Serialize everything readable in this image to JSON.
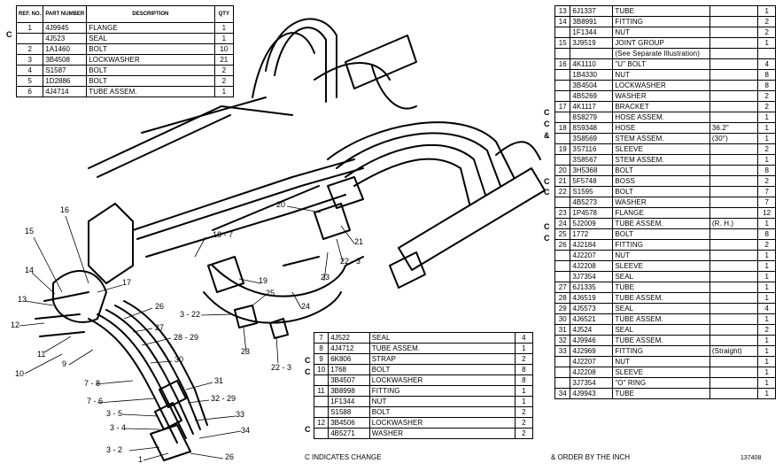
{
  "table1": {
    "headers": {
      "ref": "REF. NO.",
      "part": "PART NUMBER",
      "desc": "DESCRIPTION",
      "qty": "QTY"
    },
    "rows": [
      {
        "mark": "C",
        "ref": "1",
        "part": "4J9945",
        "desc": "FLANGE",
        "qty": "1"
      },
      {
        "mark": "",
        "ref": "",
        "part": "4J523",
        "desc": "SEAL",
        "qty": "1"
      },
      {
        "mark": "",
        "ref": "2",
        "part": "1A1460",
        "desc": "BOLT",
        "qty": "10"
      },
      {
        "mark": "",
        "ref": "3",
        "part": "3B4508",
        "desc": "LOCKWASHER",
        "qty": "21"
      },
      {
        "mark": "",
        "ref": "4",
        "part": "S1587",
        "desc": "BOLT",
        "qty": "2"
      },
      {
        "mark": "",
        "ref": "5",
        "part": "1D2886",
        "desc": "BOLT",
        "qty": "2"
      },
      {
        "mark": "",
        "ref": "6",
        "part": "4J4714",
        "desc": "TUBE ASSEM.",
        "qty": "1"
      }
    ]
  },
  "table2": {
    "rows": [
      {
        "mark": "",
        "ref": "7",
        "part": "4J522",
        "desc": "SEAL",
        "qty": "4"
      },
      {
        "mark": "",
        "ref": "8",
        "part": "4J4712",
        "desc": "TUBE ASSEM.",
        "qty": "1"
      },
      {
        "mark": "C",
        "ref": "9",
        "part": "6K806",
        "desc": "STRAP",
        "qty": "2"
      },
      {
        "mark": "C",
        "ref": "10",
        "part": "1768",
        "desc": "BOLT",
        "qty": "8"
      },
      {
        "mark": "",
        "ref": "",
        "part": "3B4507",
        "desc": "LOCKWASHER",
        "qty": "8"
      },
      {
        "mark": "",
        "ref": "11",
        "part": "3B8998",
        "desc": "FITTING",
        "qty": "1"
      },
      {
        "mark": "",
        "ref": "",
        "part": "1F1344",
        "desc": "   NUT",
        "qty": "1"
      },
      {
        "mark": "",
        "ref": "",
        "part": "S1588",
        "desc": "BOLT",
        "qty": "2"
      },
      {
        "mark": "C",
        "ref": "12",
        "part": "3B4506",
        "desc": "LOCKWASHER",
        "qty": "2"
      },
      {
        "mark": "",
        "ref": "",
        "part": "4B5271",
        "desc": "WASHER",
        "qty": "2"
      }
    ]
  },
  "table3": {
    "rows": [
      {
        "mark": "",
        "ref": "13",
        "part": "6J1337",
        "desc": "TUBE",
        "extra": "",
        "qty": "1"
      },
      {
        "mark": "",
        "ref": "14",
        "part": "3B8991",
        "desc": "FITTING",
        "extra": "",
        "qty": "2"
      },
      {
        "mark": "",
        "ref": "",
        "part": "1F1344",
        "desc": "   NUT",
        "extra": "",
        "qty": "2"
      },
      {
        "mark": "",
        "ref": "15",
        "part": "3J9519",
        "desc": "JOINT GROUP",
        "extra": "",
        "qty": "1"
      },
      {
        "mark": "",
        "ref": "",
        "part": "",
        "desc": "   (See Separate Illustration)",
        "extra": "",
        "qty": ""
      },
      {
        "mark": "",
        "ref": "16",
        "part": "4K1110",
        "desc": "\"U\" BOLT",
        "extra": "",
        "qty": "4"
      },
      {
        "mark": "",
        "ref": "",
        "part": "1B4330",
        "desc": "NUT",
        "extra": "",
        "qty": "8"
      },
      {
        "mark": "",
        "ref": "",
        "part": "3B4504",
        "desc": "LOCKWASHER",
        "extra": "",
        "qty": "8"
      },
      {
        "mark": "",
        "ref": "",
        "part": "4B5269",
        "desc": "WASHER",
        "extra": "",
        "qty": "2"
      },
      {
        "mark": "C",
        "ref": "17",
        "part": "4K1117",
        "desc": "BRACKET",
        "extra": "",
        "qty": "2"
      },
      {
        "mark": "C",
        "ref": "",
        "part": "8S8279",
        "desc": "HOSE ASSEM.",
        "extra": "",
        "qty": "1"
      },
      {
        "mark": "&",
        "ref": "18",
        "part": "8S9348",
        "desc": "   HOSE",
        "extra": "36.2\"",
        "qty": "1"
      },
      {
        "mark": "",
        "ref": "",
        "part": "3S8569",
        "desc": "   STEM ASSEM.",
        "extra": "(30°)",
        "qty": "1"
      },
      {
        "mark": "",
        "ref": "19",
        "part": "3S7116",
        "desc": "   SLEEVE",
        "extra": "",
        "qty": "2"
      },
      {
        "mark": "",
        "ref": "",
        "part": "3S8567",
        "desc": "   STEM ASSEM.",
        "extra": "",
        "qty": "1"
      },
      {
        "mark": "C",
        "ref": "20",
        "part": "3H5368",
        "desc": "BOLT",
        "extra": "",
        "qty": "8"
      },
      {
        "mark": "C",
        "ref": "21",
        "part": "5F5748",
        "desc": "BOSS",
        "extra": "",
        "qty": "2"
      },
      {
        "mark": "",
        "ref": "22",
        "part": "S1595",
        "desc": "BOLT",
        "extra": "",
        "qty": "7"
      },
      {
        "mark": "",
        "ref": "",
        "part": "4B5273",
        "desc": "WASHER",
        "extra": "",
        "qty": "7"
      },
      {
        "mark": "C",
        "ref": "23",
        "part": "1P4578",
        "desc": "FLANGE",
        "extra": "",
        "qty": "12"
      },
      {
        "mark": "C",
        "ref": "24",
        "part": "5J2009",
        "desc": "TUBE ASSEM.",
        "extra": "(R. H.)",
        "qty": "1"
      },
      {
        "mark": "",
        "ref": "25",
        "part": "1772",
        "desc": "BOLT",
        "extra": "",
        "qty": "8"
      },
      {
        "mark": "",
        "ref": "26",
        "part": "4J2184",
        "desc": "FITTING",
        "extra": "",
        "qty": "2"
      },
      {
        "mark": "",
        "ref": "",
        "part": "4J2207",
        "desc": "   NUT",
        "extra": "",
        "qty": "1"
      },
      {
        "mark": "",
        "ref": "",
        "part": "4J2208",
        "desc": "   SLEEVE",
        "extra": "",
        "qty": "1"
      },
      {
        "mark": "",
        "ref": "",
        "part": "3J7354",
        "desc": "   SEAL",
        "extra": "",
        "qty": "1"
      },
      {
        "mark": "",
        "ref": "27",
        "part": "6J1335",
        "desc": "TUBE",
        "extra": "",
        "qty": "1"
      },
      {
        "mark": "",
        "ref": "28",
        "part": "4J6519",
        "desc": "TUBE ASSEM.",
        "extra": "",
        "qty": "1"
      },
      {
        "mark": "",
        "ref": "29",
        "part": "4J5573",
        "desc": "SEAL",
        "extra": "",
        "qty": "4"
      },
      {
        "mark": "",
        "ref": "30",
        "part": "4J6521",
        "desc": "TUBE ASSEM.",
        "extra": "",
        "qty": "1"
      },
      {
        "mark": "",
        "ref": "31",
        "part": "4J524",
        "desc": "SEAL",
        "extra": "",
        "qty": "2"
      },
      {
        "mark": "",
        "ref": "32",
        "part": "4J9946",
        "desc": "TUBE ASSEM.",
        "extra": "",
        "qty": "1"
      },
      {
        "mark": "",
        "ref": "33",
        "part": "4J2969",
        "desc": "FITTING",
        "extra": "(Straight)",
        "qty": "1"
      },
      {
        "mark": "",
        "ref": "",
        "part": "4J2207",
        "desc": "   NUT",
        "extra": "",
        "qty": "1"
      },
      {
        "mark": "",
        "ref": "",
        "part": "4J2208",
        "desc": "   SLEEVE",
        "extra": "",
        "qty": "1"
      },
      {
        "mark": "",
        "ref": "",
        "part": "3J7354",
        "desc": "   \"O\" RING",
        "extra": "",
        "qty": "1"
      },
      {
        "mark": "",
        "ref": "34",
        "part": "4J9943",
        "desc": "TUBE",
        "extra": "",
        "qty": "1"
      }
    ]
  },
  "footer": {
    "change_note": "C INDICATES CHANGE",
    "order_note": "& ORDER BY THE INCH",
    "figure_number": "137408"
  },
  "callouts": [
    {
      "label": "16"
    },
    {
      "label": "15"
    },
    {
      "label": "14"
    },
    {
      "label": "13"
    },
    {
      "label": "12"
    },
    {
      "label": "11"
    },
    {
      "label": "10"
    },
    {
      "label": "9"
    },
    {
      "label": "17"
    },
    {
      "label": "18 - 7"
    },
    {
      "label": "20"
    },
    {
      "label": "21"
    },
    {
      "label": "22 - 3"
    },
    {
      "label": "23"
    },
    {
      "label": "24"
    },
    {
      "label": "19"
    },
    {
      "label": "25"
    },
    {
      "label": "3 - 22"
    },
    {
      "label": "23"
    },
    {
      "label": "22 - 3"
    },
    {
      "label": "26"
    },
    {
      "label": "27"
    },
    {
      "label": "28 - 29"
    },
    {
      "label": "30"
    },
    {
      "label": "7 - 8"
    },
    {
      "label": "31"
    },
    {
      "label": "7 - 6"
    },
    {
      "label": "32 - 29"
    },
    {
      "label": "3 - 5"
    },
    {
      "label": "33"
    },
    {
      "label": "3 - 4"
    },
    {
      "label": "34"
    },
    {
      "label": "3 - 2"
    },
    {
      "label": "1"
    },
    {
      "label": "26"
    }
  ]
}
